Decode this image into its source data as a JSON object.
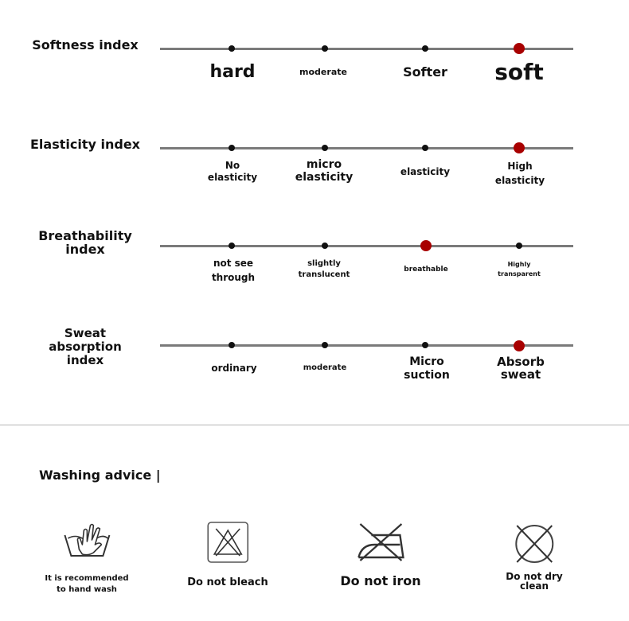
{
  "indices": [
    {
      "title": "Softness index",
      "options": [
        "hard",
        "moderate",
        "Softer",
        "soft"
      ],
      "selected_index": 3
    },
    {
      "title": "Elasticity index",
      "options": [
        "No\nelasticity",
        "micro\nelasticity",
        "elasticity",
        "High\nelasticity"
      ],
      "selected_index": 3
    },
    {
      "title": "Breathability\nindex",
      "options": [
        "not see\nthrough",
        "slightly\ntranslucent",
        "breathable",
        "Highly\ntransparent"
      ],
      "selected_index": 2
    },
    {
      "title": "Sweat absorption\nindex",
      "options": [
        "ordinary",
        "moderate",
        "Micro\nsuction",
        "Absorb\nsweat"
      ],
      "selected_index": 3
    }
  ],
  "washing": {
    "title": "Washing advice |",
    "items": [
      {
        "icon": "hand-wash-icon",
        "label": "It is recommended\nto hand wash"
      },
      {
        "icon": "do-not-bleach-icon",
        "label": "Do not bleach"
      },
      {
        "icon": "do-not-iron-icon",
        "label": "Do not iron"
      },
      {
        "icon": "do-not-dry-clean-icon",
        "label": "Do not dry\nclean"
      }
    ]
  }
}
